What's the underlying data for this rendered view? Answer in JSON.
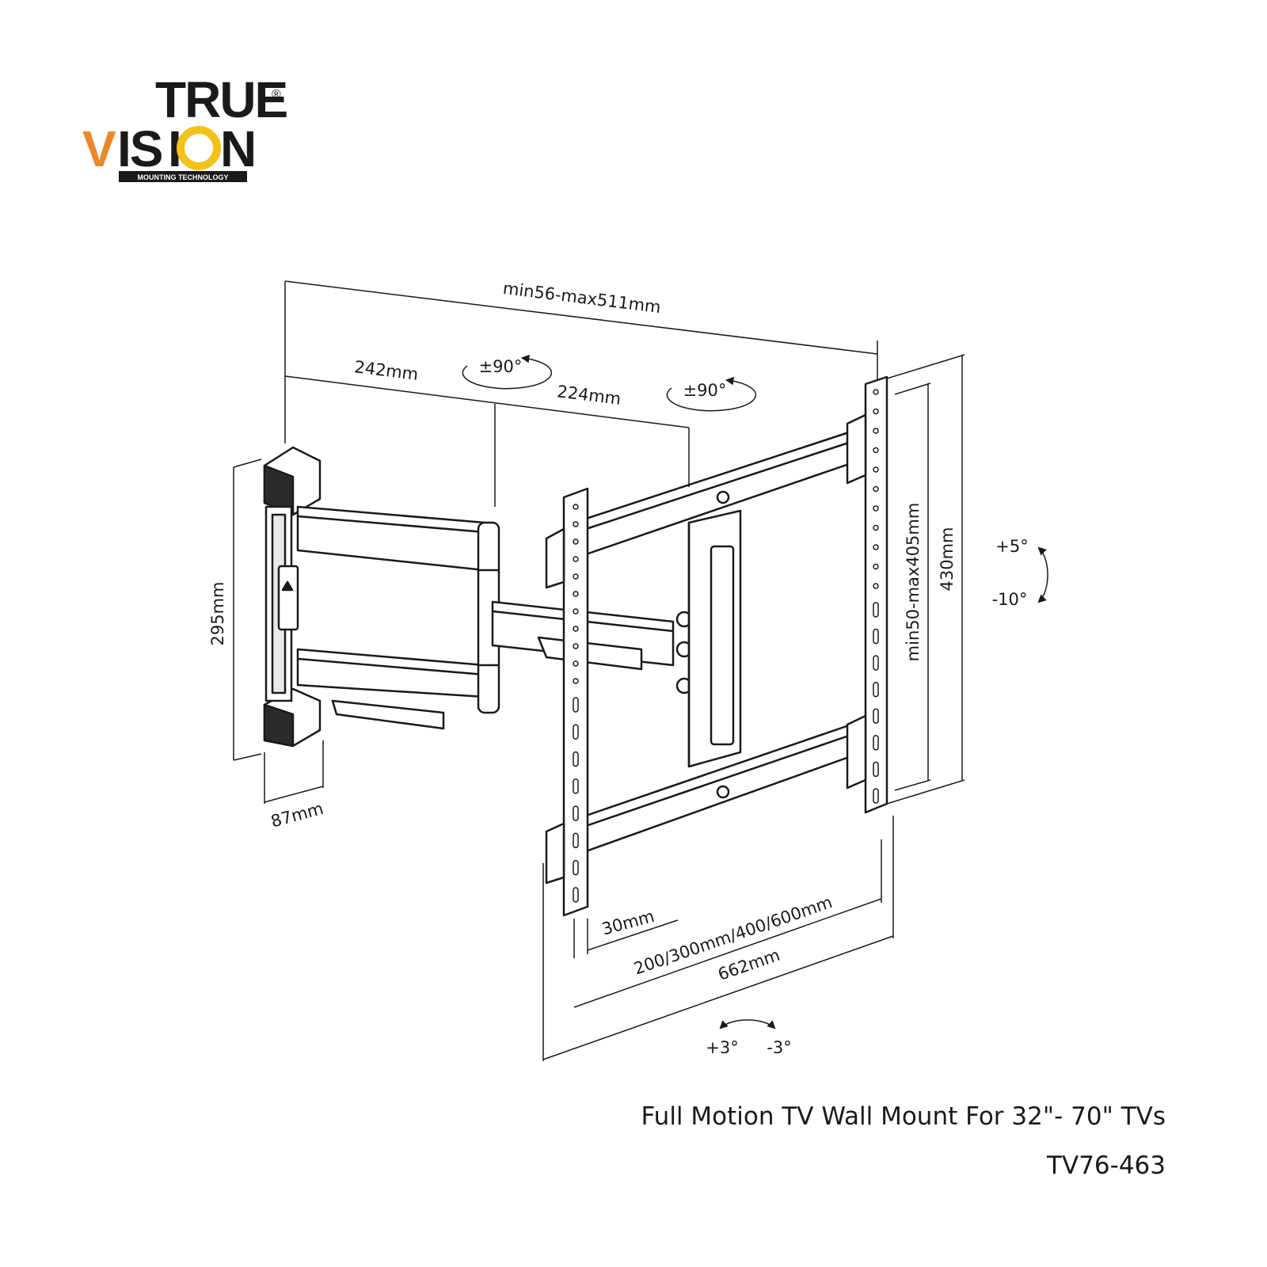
{
  "brand": {
    "name_top": "TRUE",
    "name_bottom": "VISION",
    "registered": "®",
    "tagline": "MOUNTING TECHNOLOGY",
    "colors": {
      "accent_orange": "#e8892b",
      "accent_yellow": "#f2c21b",
      "ink": "#1a1a1a"
    }
  },
  "dimensions": {
    "total_extension": "min56-max511mm",
    "arm_length_1": "242mm",
    "arm_length_2": "224mm",
    "swivel_1": "±90°",
    "swivel_2": "±90°",
    "wall_plate_height": "295mm",
    "wall_plate_depth": "87mm",
    "vesa_vertical": "min50-max405mm",
    "bracket_height": "430mm",
    "tilt_up": "+5°",
    "tilt_down": "-10°",
    "rail_offset": "30mm",
    "vesa_horizontal": "200/300mm/400/600mm",
    "bracket_width": "662mm",
    "level_plus": "+3°",
    "level_minus": "-3°"
  },
  "product": {
    "title": "Full Motion TV Wall Mount For 32\"- 70\" TVs",
    "model": "TV76-463"
  }
}
